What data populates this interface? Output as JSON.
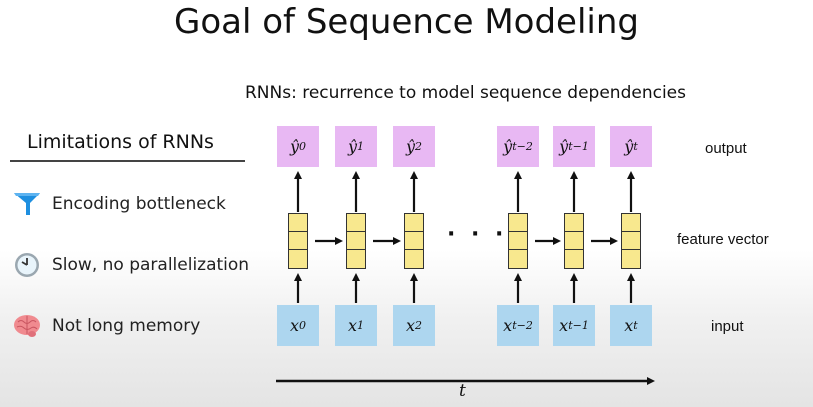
{
  "slide": {
    "title": "Goal of Sequence Modeling",
    "subtitle": "RNNs: recurrence to model sequence dependencies"
  },
  "limitations": {
    "heading": "Limitations of RNNs",
    "items": [
      {
        "icon": "funnel-icon",
        "label": "Encoding bottleneck"
      },
      {
        "icon": "clock-icon",
        "label": "Slow, no parallelization"
      },
      {
        "icon": "brain-icon",
        "label": "Not long memory"
      }
    ]
  },
  "diagram": {
    "row_labels": {
      "output": "output",
      "feature": "feature vector",
      "input": "input"
    },
    "outputs": [
      {
        "base": "ŷ",
        "sub": "0"
      },
      {
        "base": "ŷ",
        "sub": "1"
      },
      {
        "base": "ŷ",
        "sub": "2"
      },
      {
        "base": "ŷ",
        "sub": "t−2"
      },
      {
        "base": "ŷ",
        "sub": "t−1"
      },
      {
        "base": "ŷ",
        "sub": "t"
      }
    ],
    "inputs": [
      {
        "base": "x",
        "sub": "0"
      },
      {
        "base": "x",
        "sub": "1"
      },
      {
        "base": "x",
        "sub": "2"
      },
      {
        "base": "x",
        "sub": "t−2"
      },
      {
        "base": "x",
        "sub": "t−1"
      },
      {
        "base": "x",
        "sub": "t"
      }
    ],
    "ellipsis": "· · ·",
    "time_axis_label": "t",
    "colors": {
      "output": "#e8b8f3",
      "input": "#add6ef",
      "feature": "#f8e88e"
    }
  }
}
